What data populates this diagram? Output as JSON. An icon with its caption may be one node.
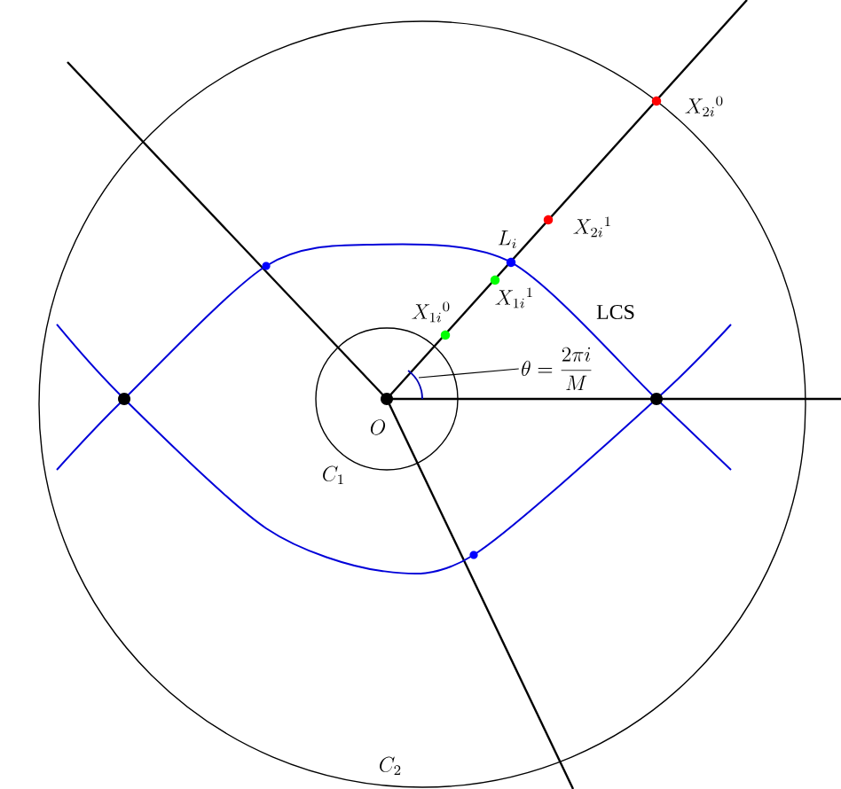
{
  "diagram": {
    "nodes": [
      {
        "text": [
          "\\theta=\\frac{2\\pi i}{M}"
        ]
      },
      {
        "text": [],
        "shape": "arc"
      }
    ],
    "edges": [
      {
        "from": 0,
        "to": 1,
        "arrow": "none"
      }
    ],
    "labels": [
      "X_{2i}{}^{0}",
      "X_{2i}{}^{1}",
      "L_{i}",
      "X_{1i}{}^{1}",
      "X_{1i}{}^{0}",
      "LCS",
      "O",
      "C_{1}",
      "C_{2}"
    ]
  }
}
